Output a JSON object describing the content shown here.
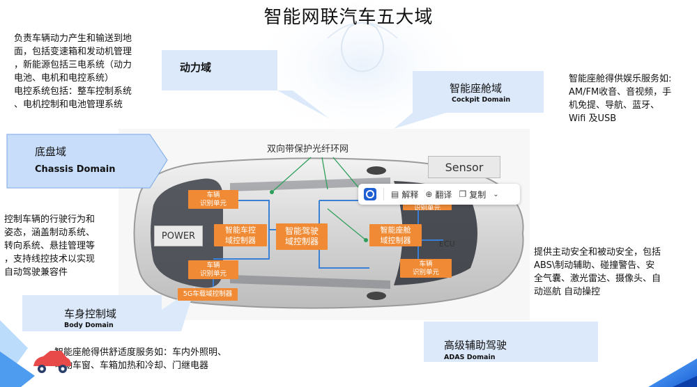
{
  "title": "智能网联汽车五大域",
  "powertrain": {
    "label": "动力域",
    "desc": [
      "负责车辆动力产生和输送到地",
      "面，包括变速箱和发动机管理",
      "，新能源包括三电系统（动力",
      "电池、电机和电控系统）",
      "电控系统包括：整车控制系统",
      "、电机控制和电池管理系统"
    ]
  },
  "cockpit": {
    "label": "智能座舱域",
    "sub": "Cockpit Domain",
    "desc": [
      "智能座舱得供娱乐服务如:",
      "AM/FM收音、音视频，手",
      "机免提、导航、蓝牙、",
      "Wifi 及USB"
    ]
  },
  "chassis": {
    "label": "底盘域",
    "sub": "Chassis Domain",
    "desc": [
      "控制车辆的行驶行为和",
      "姿态，涵盖制动系统、",
      "转向系统、悬挂管理等",
      "，支持线控技术以实现",
      "自动驾驶兼容件"
    ]
  },
  "body": {
    "label": "车身控制域",
    "sub": "Body Domain",
    "desc": [
      "智能座舱得供舒适度服务如：车内外照明、",
      "电动车窗、车箱加热和冷却、门继电器"
    ]
  },
  "adas": {
    "label": "高级辅助驾驶",
    "sub": "ADAS Domain",
    "desc": [
      "提供主动安全和被动安全，包括",
      "ABS\\制动辅助、碰撞警告、安",
      "全气囊、激光雷达、摄像头、自",
      "动巡航 自动操控"
    ]
  },
  "diagram": {
    "network_label": "双向带保护光纤环网",
    "sensor": "Sensor",
    "power": "POWER",
    "ecu": "ECU",
    "box_rid_1": "车辆\n识别单元",
    "box_rid_2": "车辆\n识别单元",
    "box_rid_3": "车辆\n识别单元",
    "box_rid_4": "车辆\n识别单元",
    "box_vehicle": "智能车控\n域控制器",
    "box_driving": "智能驾驶\n域控制器",
    "box_cockpit": "智能座舱\n域控制器",
    "box_5g": "5G车载域控制器"
  },
  "toolbar": {
    "explain": "解释",
    "translate": "翻译",
    "copy": "复制"
  },
  "colors": {
    "box": "#f08a34",
    "line": "#3a7fd6",
    "callout": "#dbe9fb",
    "highlight": "#c8ddfa"
  }
}
